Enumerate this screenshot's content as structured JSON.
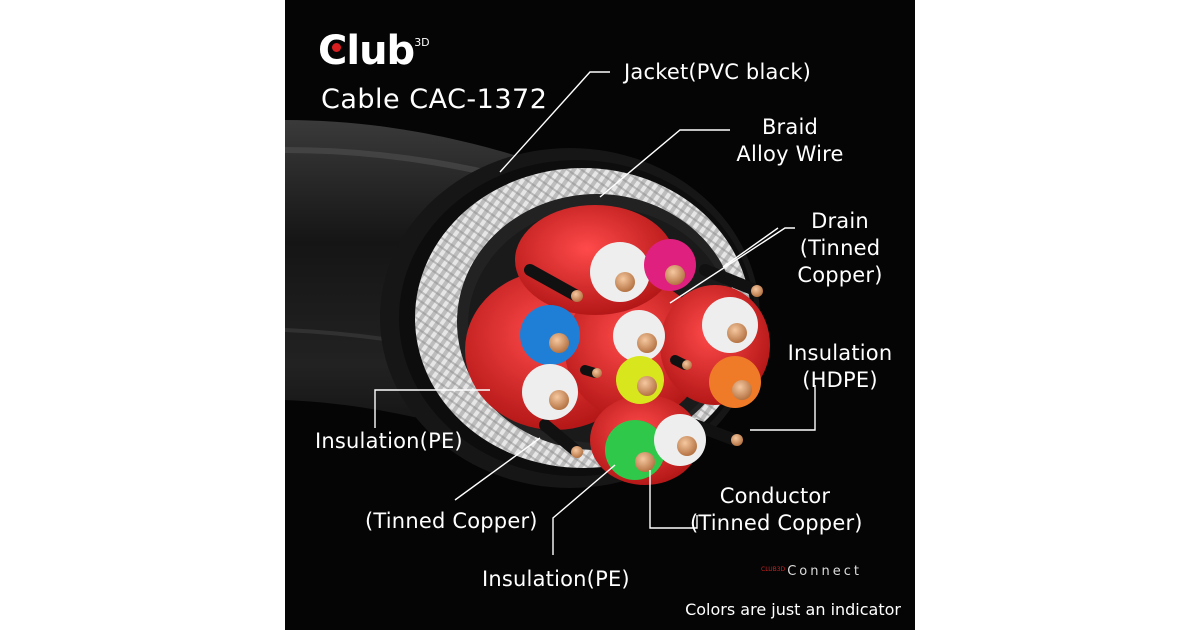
{
  "brand": {
    "name": "Club",
    "superscript": "3D"
  },
  "title": "Cable CAC-1372",
  "labels": {
    "jacket": "Jacket(PVC black)",
    "braid_line1": "Braid",
    "braid_line2": "Alloy Wire",
    "drain_line1": "Drain",
    "drain_line2": "(Tinned",
    "drain_line3": "Copper)",
    "insulation_hdpe_line1": "Insulation",
    "insulation_hdpe_line2": "(HDPE)",
    "insulation_pe_left": "Insulation(PE)",
    "tinned_copper_left": "(Tinned Copper)",
    "conductor_line1": "Conductor",
    "conductor_line2": "(Tinned Copper)",
    "insulation_pe_bottom": "Insulation(PE)"
  },
  "connect_logo": {
    "prefix": "CLUB3D",
    "text": "Connect"
  },
  "footnote": "Colors are just an indicator",
  "colors": {
    "background": "#050505",
    "jacket": "#1b1b1b",
    "shield_red": "#d81e1e",
    "braid": "#c9c9c9",
    "copper": "#d89a68",
    "blue": "#1f7fd6",
    "magenta": "#e0207e",
    "yellow": "#d8e61e",
    "orange": "#ef7a28",
    "green": "#2fc84a"
  }
}
